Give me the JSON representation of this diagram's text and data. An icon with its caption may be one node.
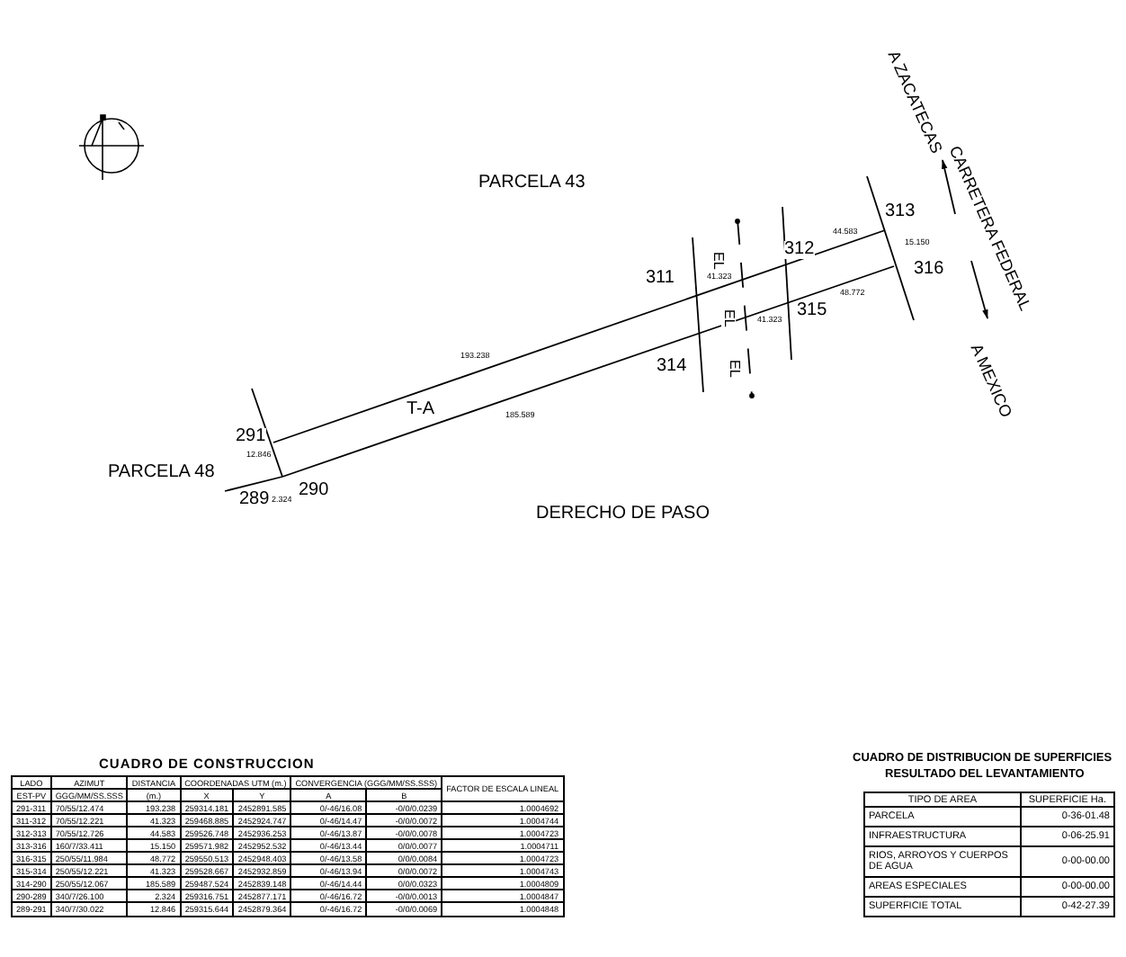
{
  "diagram": {
    "labels": [
      "PARCELA 43",
      "A ZACATECAS",
      "CARRETERA FEDERAL",
      "313",
      "311",
      "312",
      "316",
      "315",
      "314",
      "A MEXICO",
      "EL",
      "EL",
      "EL",
      "44.583",
      "15.150",
      "41.323",
      "41.323",
      "48.772",
      "193.238",
      "185.589",
      "T-A",
      "291",
      "12.846",
      "PARCELA 48",
      "289",
      "2.324",
      "290",
      "DERECHO DE PASO",
      "CUADRO DE CONSTRUCCION",
      "LADO",
      "AZIMUT",
      "DISTANCIA",
      "COORDENADAS UTM (m.)",
      "CONVERGENCIA (GGG/MM/SS.SSS)",
      "FACTOR DE ESCALA LINEAL",
      "EST-PV",
      "GGG/MM/SS.SSS",
      "(m.)",
      "X",
      "Y",
      "A",
      "B",
      "291-311",
      "70/55/12.474",
      "193.238",
      "259314.181",
      "2452891.585",
      "0/-46/16.08",
      "-0/0/0.0239",
      "1.0004692",
      "311-312",
      "70/55/12.221",
      "41.323",
      "259468.885",
      "2452924.747",
      "0/-46/14.47",
      "-0/0/0.0072",
      "1.0004744",
      "312-313",
      "70/55/12.726",
      "44.583",
      "259526.748",
      "2452936.253",
      "0/-46/13.87",
      "-0/0/0.0078",
      "1.0004723",
      "313-316",
      "160/7/33.411",
      "15.150",
      "259571.982",
      "2452952.532",
      "0/-46/13.44",
      "0/0/0.0077",
      "1.0004711",
      "316-315",
      "250/55/11.984",
      "48.772",
      "259550.513",
      "2452948.403",
      "0/-46/13.58",
      "0/0/0.0084",
      "1.0004723",
      "315-314",
      "250/55/12.221",
      "41.323",
      "259528.667",
      "2452932.859",
      "0/-46/13.94",
      "0/0/0.0072",
      "1.0004743",
      "314-290",
      "250/55/12.067",
      "185.589",
      "259487.524",
      "2452839.148",
      "0/-46/14.44",
      "0/0/0.0323",
      "1.0004809",
      "290-289",
      "340/7/26.100",
      "2.324",
      "259316.751",
      "2452877.171",
      "0/-46/16.72",
      "-0/0/0.0013",
      "1.0004847",
      "289-291",
      "340/7/30.022",
      "12.846",
      "259315.644",
      "2452879.364",
      "0/-46/16.72",
      "-0/0/0.0069",
      "1.0004848",
      "CUADRO DE DISTRIBUCION DE SUPERFICIES",
      "RESULTADO DEL LEVANTAMIENTO",
      "TIPO DE AREA",
      "SUPERFICIE Ha.",
      "PARCELA",
      "0-36-01.48",
      "INFRAESTRUCTURA",
      "0-06-25.91",
      "RIOS, ARROYOS Y CUERPOS DE AGUA",
      "0-00-00.00",
      "AREAS ESPECIALES",
      "0-00-00.00",
      "SUPERFICIE TOTAL",
      "0-42-27.39"
    ]
  }
}
